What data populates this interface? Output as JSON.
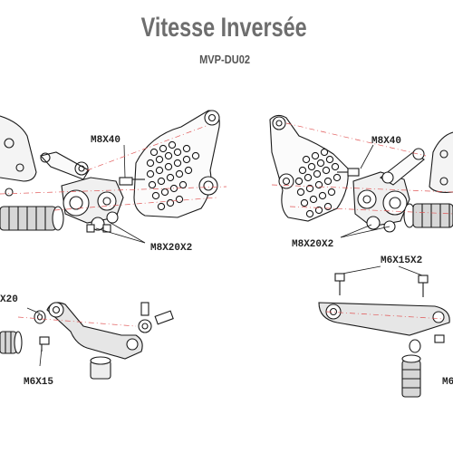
{
  "header": {
    "title": "Vitesse Inversée",
    "code": "MVP-DU02"
  },
  "labels": {
    "left_m8x40": "M8X40",
    "left_m8x20x2": "M8X20X2",
    "left_x20": "X20",
    "left_m6x15": "M6X15",
    "right_m8x40": "M8X40",
    "right_m8x20x2": "M8X20X2",
    "right_m6x15x2": "M6X15X2",
    "right_m6_partial": "M6"
  },
  "colors": {
    "line": "#1a1a1a",
    "guide": "#e05555",
    "title": "#6e6e6e"
  }
}
